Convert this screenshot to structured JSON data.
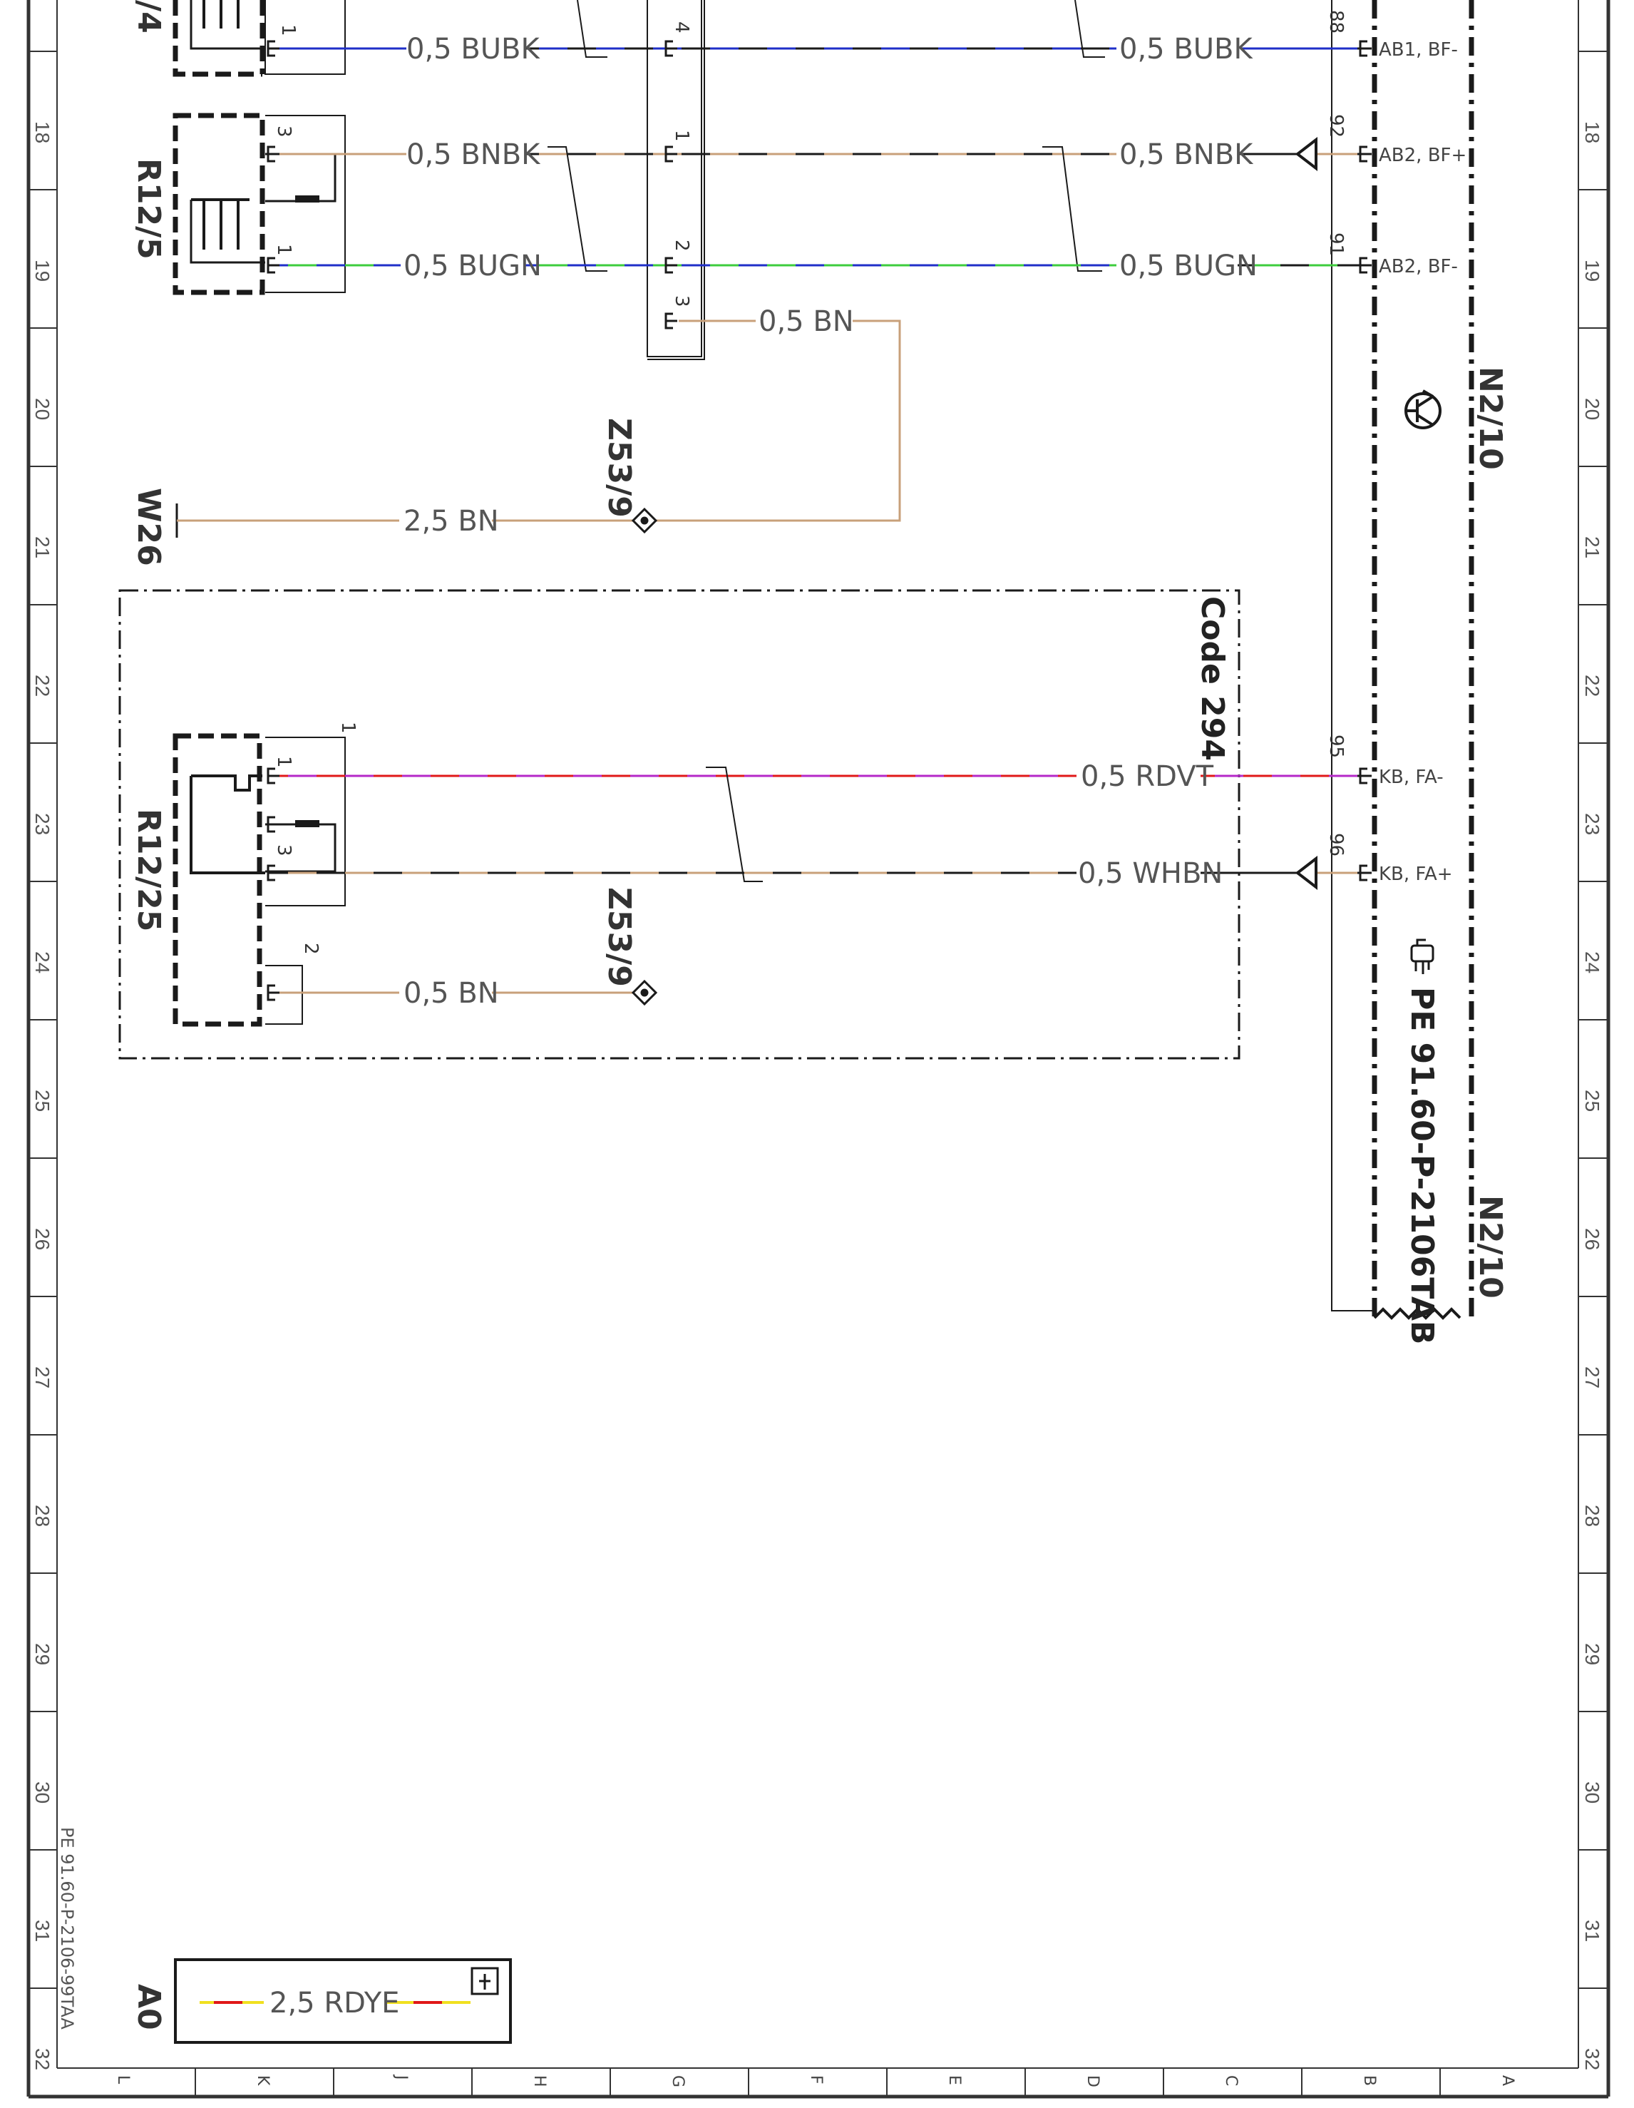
{
  "row_labels": [
    "18",
    "19",
    "20",
    "21",
    "22",
    "23",
    "24",
    "25",
    "26",
    "27",
    "28",
    "29",
    "30",
    "31",
    "32"
  ],
  "column_labels": [
    "L",
    "K",
    "J",
    "H",
    "G",
    "F",
    "E",
    "D",
    "C",
    "B",
    "A"
  ],
  "components": {
    "r12_4": "/4",
    "r12_5": "R12/5",
    "r12_25": "R12/25",
    "w26": "W26",
    "z53_9_top": "Z53/9",
    "z53_9_bottom": "Z53/9",
    "n2_10_top": "N2/10",
    "n2_10_bottom": "N2/10",
    "code_294": "Code 294",
    "a0": "A0",
    "ref": "PE 91.60-P-2106TAB"
  },
  "wires": {
    "bubk_left": "0,5 BUBK",
    "bubk_right": "0,5 BUBK",
    "bnbk_left": "0,5 BNBK",
    "bnbk_right": "0,5 BNBK",
    "bugn_left": "0,5 BUGN",
    "bugn_right": "0,5 BUGN",
    "bn_upper": "0,5 BN",
    "bn_w26": "2,5 BN",
    "rdvt": "0,5 RDVT",
    "whbn": "0,5 WHBN",
    "bn_lower": "0,5 BN",
    "rdye": "2,5 RDYE"
  },
  "pins": {
    "r124_p1": "1",
    "r125_p3": "3",
    "r125_p1": "1",
    "conn_p4": "4",
    "conn_p1": "1",
    "conn_p2": "2",
    "conn_p3": "3",
    "n210_p88": "88",
    "n210_p92": "92",
    "n210_p91": "91",
    "n210_p95": "95",
    "n210_p96": "96",
    "r1225_p1_outer": "1",
    "r1225_p1": "1",
    "r1225_p3": "3",
    "r1225_p2_outer": "2"
  },
  "pin_labels": {
    "ab1_bf_minus": "AB1, BF-",
    "ab2_bf_plus": "AB2, BF+",
    "ab2_bf_minus": "AB2, BF-",
    "kb_fa_minus": "KB, FA-",
    "kb_fa_plus": "KB, FA+"
  },
  "footer": "PE 91.60-P-2106-99TAA",
  "colors": {
    "brown": "#c8a07a",
    "blue": "#1f2fc8",
    "green": "#3dcc3d",
    "red": "#e01818",
    "violet": "#b428c8",
    "yellow": "#f0e020",
    "black": "#1a1a1a",
    "frame": "#333333"
  }
}
